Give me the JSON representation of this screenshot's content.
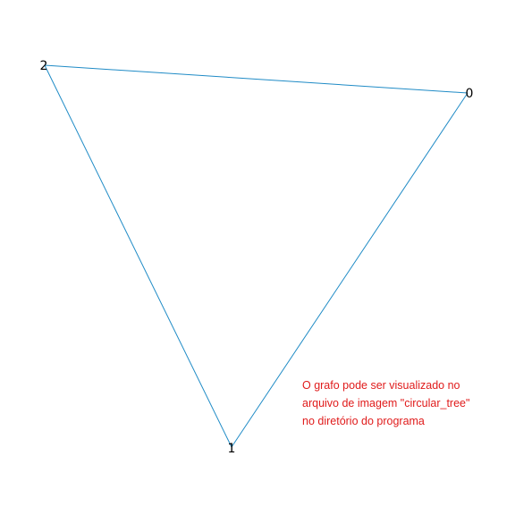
{
  "graph": {
    "edge_color": "#1f8bc6",
    "label_color": "#000000",
    "nodes": [
      {
        "id": "0",
        "label": "0"
      },
      {
        "id": "1",
        "label": "1"
      },
      {
        "id": "2",
        "label": "2"
      }
    ],
    "edges": [
      {
        "source": "2",
        "target": "0"
      },
      {
        "source": "0",
        "target": "1"
      },
      {
        "source": "2",
        "target": "1"
      }
    ]
  },
  "note": {
    "color": "#e01b1b",
    "lines": [
      "O grafo pode ser visualizado no",
      "arquivo de imagem \"circular_tree\"",
      "no diretório do programa"
    ]
  }
}
